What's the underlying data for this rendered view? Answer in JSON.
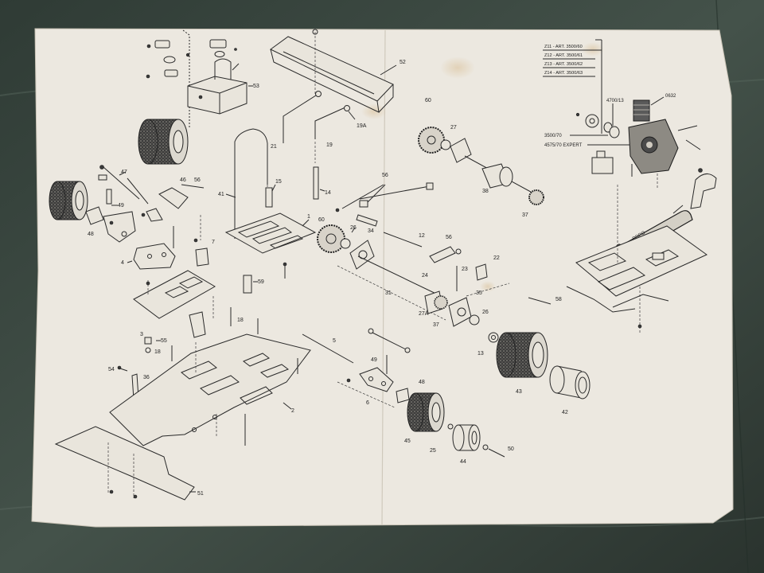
{
  "background": {
    "table_color": "#3d4a43",
    "paper_color": "#ece8e0",
    "ink_color": "#2a2a2a"
  },
  "legend": {
    "rows": [
      {
        "code": "Z11 - ART. 3500/60"
      },
      {
        "code": "Z12 - ART. 3500/61"
      },
      {
        "code": "Z13 - ART. 3500/62"
      },
      {
        "code": "Z14 - ART. 3500/63"
      }
    ]
  },
  "engine_labels": {
    "head": "0632",
    "clutch": "4700/13",
    "flywheel": "3500/70",
    "expert": "4575/70 EXPERT",
    "pipe_text": "DRPO"
  },
  "callouts": {
    "c53": "53",
    "c52": "52",
    "c21": "21",
    "c19": "19",
    "c19a": "19A",
    "c15": "15",
    "c14": "14",
    "c41": "41",
    "c1": "1",
    "c60a": "60",
    "c60b": "60",
    "c27": "27",
    "c38": "38",
    "c37a": "37",
    "c47": "47",
    "c46": "46",
    "c56a": "56",
    "c49": "49",
    "c48a": "48",
    "c7": "7",
    "c4": "4",
    "c26a": "26",
    "c34": "34",
    "c56b": "56",
    "c12": "12",
    "c56c": "56",
    "c23": "23",
    "c22": "22",
    "c24": "24",
    "c3": "3",
    "c59": "59",
    "c18": "18",
    "c55": "55",
    "c18b": "18",
    "c54": "54",
    "c36": "36",
    "c27a": "27A",
    "c37b": "37",
    "c35": "35",
    "c26b": "26",
    "c58": "58",
    "c13": "13",
    "c5": "5",
    "c49b": "49",
    "c48b": "48",
    "c6": "6",
    "c43": "43",
    "c42": "42",
    "c45": "45",
    "c25": "25",
    "c44": "44",
    "c50": "50",
    "c51": "51"
  }
}
